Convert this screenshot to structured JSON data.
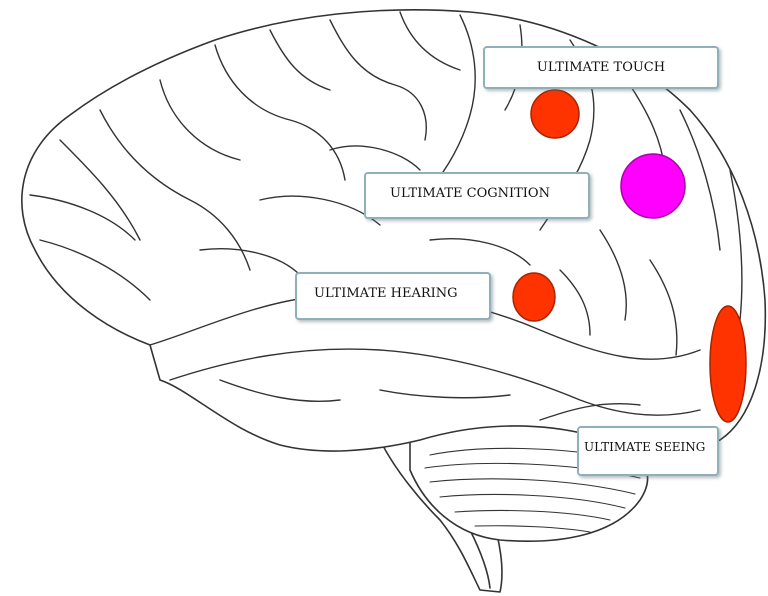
{
  "labels": {
    "touch": "ULTIMATE TOUCH",
    "cognition": "ULTIMATE COGNITION",
    "hearing": "ULTIMATE HEARING",
    "seeing": "ULTIMATE SEEING"
  },
  "colors": {
    "sensory_marker": "#ff3300",
    "cognition_marker": "#ff00ff",
    "outline": "#333333",
    "box_border": "#8fb0b8"
  }
}
